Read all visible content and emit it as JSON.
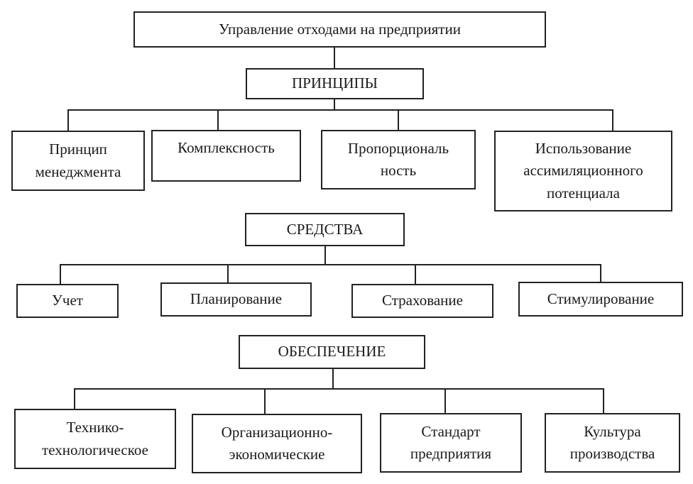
{
  "root": {
    "title": "Управление отходами на предприятии"
  },
  "principles": {
    "heading": "ПРИНЦИПЫ",
    "items": [
      {
        "lines": [
          "Принцип",
          "менеджмента"
        ]
      },
      {
        "lines": [
          "Комплексность"
        ]
      },
      {
        "lines": [
          "Пропорциональ",
          "ность"
        ]
      },
      {
        "lines": [
          "Использование",
          "ассимиляционного",
          "потенциала"
        ]
      }
    ]
  },
  "means": {
    "heading": "СРЕДСТВА",
    "items": [
      "Учет",
      "Планирование",
      "Страхование",
      "Стимулирование"
    ]
  },
  "support": {
    "heading": "ОБЕСПЕЧЕНИЕ",
    "items": [
      {
        "lines": [
          "Технико-",
          "технологическое"
        ]
      },
      {
        "lines": [
          "Организационно-",
          "экономические"
        ]
      },
      {
        "lines": [
          "Стандарт",
          "предприятия"
        ]
      },
      {
        "lines": [
          "Культура",
          "производства"
        ]
      }
    ]
  }
}
